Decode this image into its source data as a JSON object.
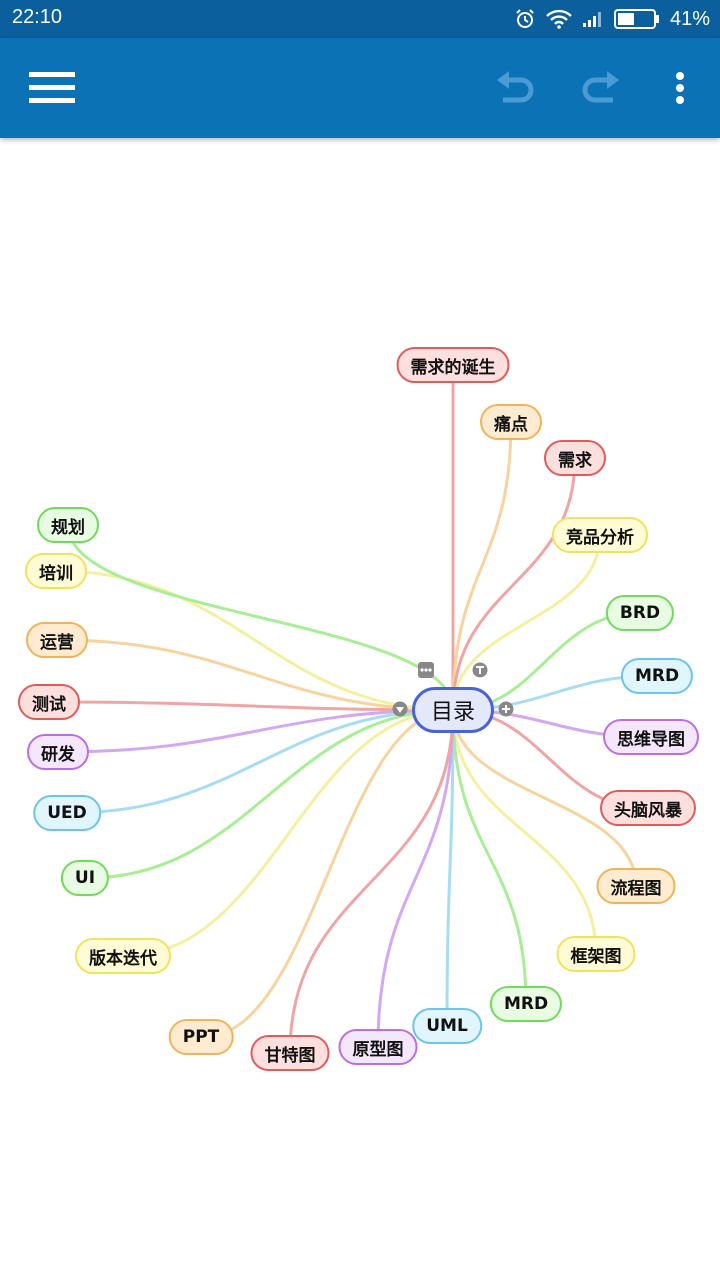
{
  "status_bar": {
    "time": "22:10",
    "battery_text": "41%",
    "icons": [
      "alarm-icon",
      "wifi-icon",
      "signal-icon",
      "battery-icon"
    ]
  },
  "toolbar": {
    "icons": [
      "menu-icon",
      "undo-icon",
      "redo-icon",
      "more-vert-icon"
    ]
  },
  "mindmap": {
    "root": {
      "label": "目录"
    },
    "nodes": [
      {
        "id": "xqddansheng",
        "label": "需求的诞生",
        "color": "red"
      },
      {
        "id": "tongdian",
        "label": "痛点",
        "color": "orange"
      },
      {
        "id": "xuqiu",
        "label": "需求",
        "color": "red"
      },
      {
        "id": "jingpin",
        "label": "竞品分析",
        "color": "yellow"
      },
      {
        "id": "brd",
        "label": "BRD",
        "color": "green"
      },
      {
        "id": "mrd1",
        "label": "MRD",
        "color": "blue"
      },
      {
        "id": "siwei",
        "label": "思维导图",
        "color": "purple"
      },
      {
        "id": "tounao",
        "label": "头脑风暴",
        "color": "red"
      },
      {
        "id": "liucheng",
        "label": "流程图",
        "color": "orange"
      },
      {
        "id": "kuangjia",
        "label": "框架图",
        "color": "yellow"
      },
      {
        "id": "mrd2",
        "label": "MRD",
        "color": "green"
      },
      {
        "id": "uml",
        "label": "UML",
        "color": "blue"
      },
      {
        "id": "yuanxing",
        "label": "原型图",
        "color": "purple"
      },
      {
        "id": "gante",
        "label": "甘特图",
        "color": "red"
      },
      {
        "id": "ppt",
        "label": "PPT",
        "color": "orange"
      },
      {
        "id": "banben",
        "label": "版本迭代",
        "color": "yellow"
      },
      {
        "id": "ui",
        "label": "UI",
        "color": "green"
      },
      {
        "id": "ued",
        "label": "UED",
        "color": "blue"
      },
      {
        "id": "yanfa",
        "label": "研发",
        "color": "purple"
      },
      {
        "id": "ceshi",
        "label": "测试",
        "color": "red"
      },
      {
        "id": "yunying",
        "label": "运营",
        "color": "orange"
      },
      {
        "id": "peixun",
        "label": "培训",
        "color": "yellow"
      },
      {
        "id": "guihua",
        "label": "规划",
        "color": "green"
      }
    ]
  },
  "colors": {
    "status_bar": "#0a5f9c",
    "toolbar": "#0b72b6",
    "icon_active": "#ffffff",
    "icon_inactive": "#4a9ad3",
    "red": "#f0a5a5",
    "orange": "#f7d3a0",
    "yellow": "#f5f0a0",
    "green": "#a8ee96",
    "blue": "#a8dcf2",
    "purple": "#d3a8f0"
  }
}
